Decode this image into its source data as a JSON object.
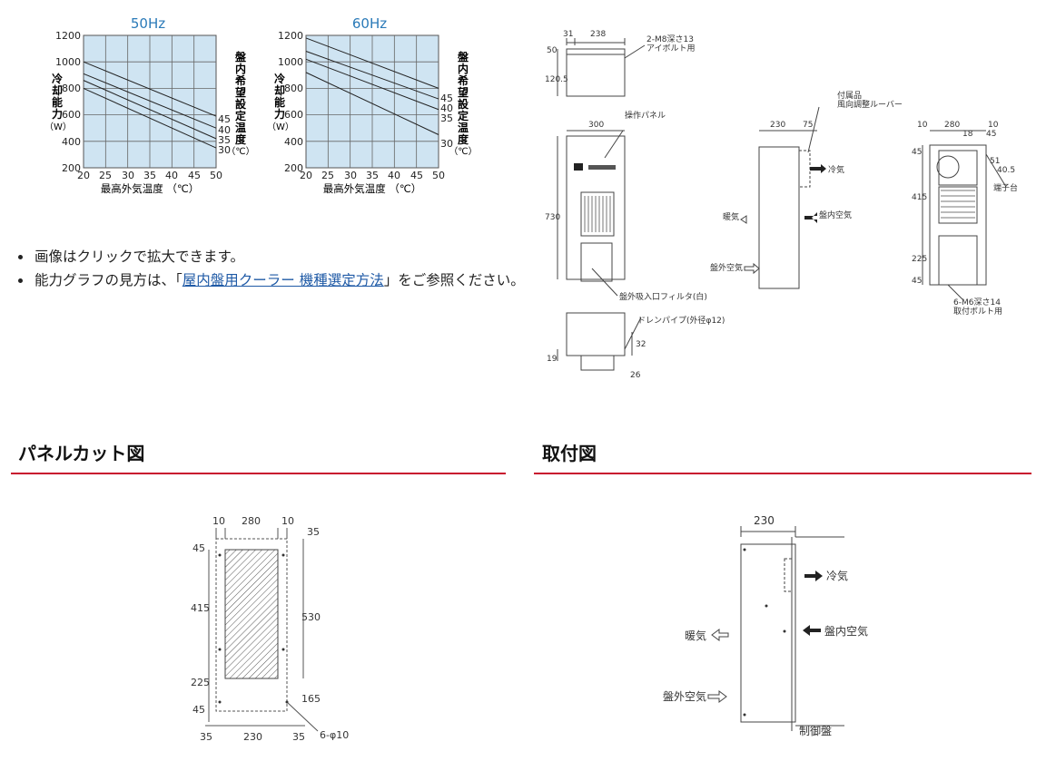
{
  "graphs": {
    "g50": {
      "title": "50Hz",
      "ylabel": [
        "冷",
        "却",
        "能",
        "力"
      ],
      "yunit": "（W）",
      "xlabel": "最高外気温度 （℃）",
      "side_label": [
        "盤",
        "内",
        "希",
        "望",
        "設",
        "定",
        "温",
        "度"
      ],
      "side_unit": "（℃）",
      "yticks": [
        "1200",
        "1000",
        "800",
        "600",
        "400",
        "200"
      ],
      "xticks": [
        "20",
        "25",
        "30",
        "35",
        "40",
        "45",
        "50"
      ],
      "curve_labels": [
        "45",
        "40",
        "35",
        "30"
      ]
    },
    "g60": {
      "title": "60Hz",
      "ylabel": [
        "冷",
        "却",
        "能",
        "力"
      ],
      "yunit": "（W）",
      "xlabel": "最高外気温度 （℃）",
      "side_label": [
        "盤",
        "内",
        "希",
        "望",
        "設",
        "定",
        "温",
        "度"
      ],
      "side_unit": "（℃）",
      "yticks": [
        "1200",
        "1000",
        "800",
        "600",
        "400",
        "200"
      ],
      "xticks": [
        "20",
        "25",
        "30",
        "35",
        "40",
        "45",
        "50"
      ],
      "curve_labels": [
        "45",
        "40",
        "35",
        "30"
      ]
    }
  },
  "chart_data": [
    {
      "type": "line",
      "title": "50Hz",
      "xlabel": "最高外気温度 （℃）",
      "ylabel": "冷却能力（W）",
      "xlim": [
        20,
        50
      ],
      "ylim": [
        200,
        1200
      ],
      "grid": true,
      "series": [
        {
          "name": "45",
          "x": [
            20,
            50
          ],
          "y": [
            1000,
            590
          ]
        },
        {
          "name": "40",
          "x": [
            20,
            50
          ],
          "y": [
            910,
            500
          ]
        },
        {
          "name": "35",
          "x": [
            20,
            50
          ],
          "y": [
            860,
            420
          ]
        },
        {
          "name": "30",
          "x": [
            20,
            50
          ],
          "y": [
            800,
            350
          ]
        }
      ]
    },
    {
      "type": "line",
      "title": "60Hz",
      "xlabel": "最高外気温度 （℃）",
      "ylabel": "冷却能力（W）",
      "xlim": [
        20,
        50
      ],
      "ylim": [
        200,
        1200
      ],
      "grid": true,
      "series": [
        {
          "name": "45",
          "x": [
            20,
            50
          ],
          "y": [
            1180,
            800
          ]
        },
        {
          "name": "40",
          "x": [
            20,
            50
          ],
          "y": [
            1080,
            720
          ]
        },
        {
          "name": "35",
          "x": [
            20,
            50
          ],
          "y": [
            1020,
            640
          ]
        },
        {
          "name": "30",
          "x": [
            20,
            50
          ],
          "y": [
            920,
            450
          ]
        }
      ]
    }
  ],
  "notes": {
    "item1": "画像はクリックで拡大できます。",
    "item2_prefix": "能力グラフの見方は、「",
    "item2_link": "屋内盤用クーラー 機種選定方法",
    "item2_suffix": "」をご参照ください。"
  },
  "sections": {
    "panel_cut": "パネルカット図",
    "mounting": "取付図"
  },
  "dims": {
    "d31": "31",
    "d238": "238",
    "d50": "50",
    "d1205": "120.5",
    "m8": "2-M8深さ13",
    "eyebolt": "アイボルト用",
    "d300": "300",
    "d730": "730",
    "op_panel": "操作パネル",
    "filter": "盤外吸入口フィルタ(白)",
    "d230": "230",
    "d75": "75",
    "accessory": "付属品",
    "louver": "風向調整ルーバー",
    "cool": "冷気",
    "warm": "暖気",
    "inner_air": "盤内空気",
    "outer_air": "盤外空気",
    "d10": "10",
    "d280": "280",
    "d18": "18",
    "d45": "45",
    "d51": "51",
    "d405": "40.5",
    "d415": "415",
    "d225": "225",
    "terminal": "端子台",
    "m6": "6-M6深さ14",
    "mountbolt": "取付ボルト用",
    "drain": "ドレンパイプ(外径φ12)",
    "d32": "32",
    "d19": "19",
    "d26": "26",
    "pc_10a": "10",
    "pc_280": "280",
    "pc_10b": "10",
    "pc_35": "35",
    "pc_45": "45",
    "pc_415": "415",
    "pc_530": "530",
    "pc_225": "225",
    "pc_165": "165",
    "pc_45b": "45",
    "pc_35a": "35",
    "pc_230": "230",
    "pc_35b": "35",
    "pc_holes": "6-φ10",
    "mt_230": "230",
    "mt_cool": "冷気",
    "mt_warm": "暖気",
    "mt_inner": "盤内空気",
    "mt_outer": "盤外空気",
    "mt_panel": "制御盤"
  }
}
